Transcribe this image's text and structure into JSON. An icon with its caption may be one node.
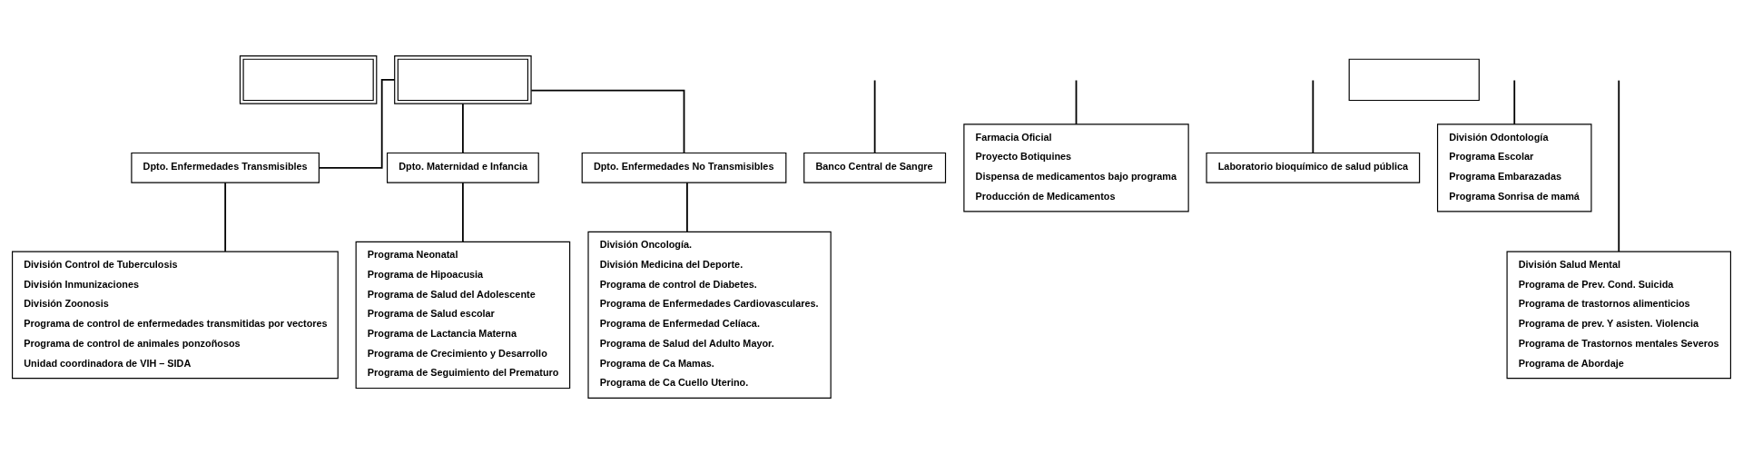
{
  "diagram": {
    "nodes": [
      {
        "text": [],
        "shape": "box"
      },
      {
        "text": [],
        "shape": "box"
      },
      {
        "text": [
          "Dpto. Enfermedades Transmisibles"
        ]
      },
      {
        "text": [
          "División Control de Tuberculosis",
          "División Inmunizaciones",
          "División Zoonosis",
          "Programa de control de enfermedades transmitidas por vectores",
          "Programa de control de animales ponzoñosos",
          "Unidad coordinadora de VIH – SIDA"
        ]
      },
      {
        "text": [
          "Dpto. Maternidad e Infancia"
        ]
      },
      {
        "text": [
          "Programa Neonatal",
          "Programa de Hipoacusia",
          "Programa de Salud del Adolescente",
          "Programa de Salud escolar",
          "Programa de Lactancia Materna",
          "Programa de Crecimiento y Desarrollo",
          "Programa de Seguimiento del Prematuro"
        ]
      },
      {
        "text": [
          "Dpto. Enfermedades No Transmisibles"
        ]
      },
      {
        "text": [
          "División Oncología.",
          "División Medicina del Deporte.",
          "Programa de control de Diabetes.",
          "Programa de Enfermedades Cardiovasculares.",
          "Programa de Enfermedad Celíaca.",
          "Programa de Salud del Adulto Mayor.",
          "Programa de Ca Mamas.",
          "Programa de Ca Cuello Uterino."
        ]
      },
      {
        "text": [
          "Banco Central de Sangre"
        ]
      },
      {
        "text": [
          "Farmacia Oficial",
          "Proyecto Botiquines",
          "Dispensa de medicamentos bajo programa",
          "Producción de Medicamentos"
        ]
      },
      {
        "text": [
          "Laboratorio bioquímico de salud pública"
        ]
      },
      {
        "text": [],
        "shape": "box"
      },
      {
        "text": [
          "División Odontología",
          "Programa Escolar",
          "Programa Embarazadas",
          "Programa Sonrisa de mamá"
        ]
      },
      {
        "text": [
          "División Salud Mental",
          "Programa de Prev. Cond. Suicida",
          "Programa de trastornos alimenticios",
          "Programa de prev. Y asisten. Violencia",
          "Programa de Trastornos mentales Severos",
          "Programa de Abordaje"
        ]
      }
    ],
    "edges": [
      {
        "from": 1,
        "to": 2,
        "arrow": "none"
      },
      {
        "from": 1,
        "to": 4,
        "arrow": "none"
      },
      {
        "from": 1,
        "to": 6,
        "arrow": "none"
      },
      {
        "from": 2,
        "to": 3,
        "arrow": "none"
      },
      {
        "from": 4,
        "to": 5,
        "arrow": "none"
      },
      {
        "from": 6,
        "to": 7,
        "arrow": "none"
      },
      {
        "from": null,
        "to": 8,
        "arrow": "none"
      },
      {
        "from": null,
        "to": 9,
        "arrow": "none"
      },
      {
        "from": null,
        "to": 10,
        "arrow": "none"
      },
      {
        "from": null,
        "to": 12,
        "arrow": "none"
      },
      {
        "from": null,
        "to": 13,
        "arrow": "none"
      }
    ]
  }
}
